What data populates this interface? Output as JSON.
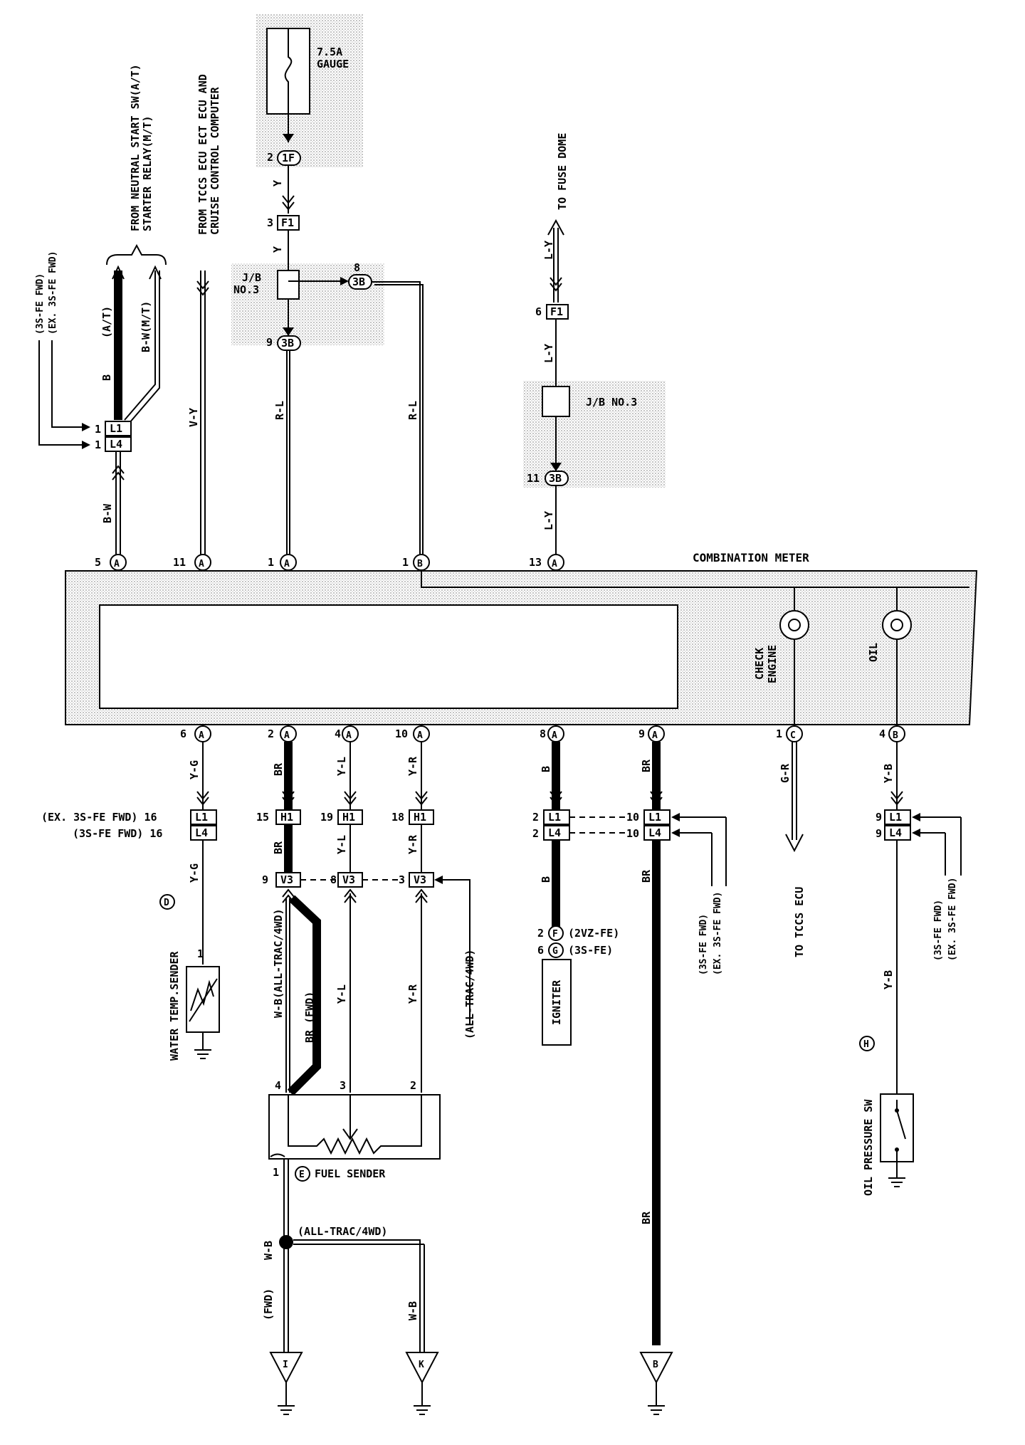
{
  "title": "COMBINATION METER",
  "top": {
    "neutral_start": "FROM NEUTRAL START SW(A/T)",
    "starter_relay": "STARTER RELAY(M/T)",
    "tccs_ecu": "FROM TCCS ECU ECT ECU AND",
    "cruise": "CRUISE CONTROL COMPUTER",
    "fuse_dome": "TO FUSE DOME",
    "fuse_amp": "7.5A",
    "fuse_name": "GAUGE",
    "v3sfe": "(3S-FE FWD)",
    "vex3sfe": "(EX. 3S-FE FWD)",
    "at": "(A/T)",
    "mt": "B-W(M/T)",
    "jb_no3_a": "J/B",
    "jb_no3_b": "NO.3",
    "jb_no3_full": "J/B NO.3"
  },
  "connectors": {
    "c1F": "1F",
    "cF1": "F1",
    "c3B": "3B",
    "cL1": "L1",
    "cL4": "L4",
    "cH1": "H1",
    "cV3": "V3",
    "cA": "A",
    "cB": "B",
    "cC": "C",
    "cD": "D",
    "cE": "E",
    "cF": "F",
    "cG": "G",
    "cH": "H",
    "cI": "I",
    "cK": "K"
  },
  "pins": {
    "p1": "1",
    "p2": "2",
    "p3": "3",
    "p4": "4",
    "p5": "5",
    "p6": "6",
    "p8": "8",
    "p9": "9",
    "p10": "10",
    "p11": "11",
    "p13": "13",
    "p15": "15",
    "p16": "16",
    "p18": "18",
    "p19": "19"
  },
  "wires": {
    "Y": "Y",
    "RL": "R-L",
    "LY": "L-Y",
    "B": "B",
    "BW": "B-W",
    "VY": "V-Y",
    "YG": "Y-G",
    "BR": "BR",
    "YL": "Y-L",
    "YR": "Y-R",
    "GR": "G-R",
    "YB": "Y-B",
    "WB": "W-B",
    "WB_AT": "W-B(ALL-TRAC/4WD)",
    "BR_FWD": "BR (FWD)",
    "FWD": "(FWD)"
  },
  "labels": {
    "check_engine_a": "CHECK",
    "check_engine_b": "ENGINE",
    "oil": "OIL",
    "ex3sfe_16": "(EX. 3S-FE FWD) 16",
    "s3sfe_16": "(3S-FE FWD) 16",
    "water_temp": "WATER TEMP.SENDER",
    "fuel_sender": "FUEL SENDER",
    "igniter": "IGNITER",
    "twovzfe": "(2VZ-FE)",
    "threesfe": "(3S-FE)",
    "alltrac": "(ALL-TRAC/4WD)",
    "to_tccs": "TO TCCS ECU",
    "oil_sw": "OIL PRESSURE SW",
    "r3sfe": "(3S-FE FWD)",
    "rex3sfe": "(EX. 3S-FE FWD)"
  }
}
